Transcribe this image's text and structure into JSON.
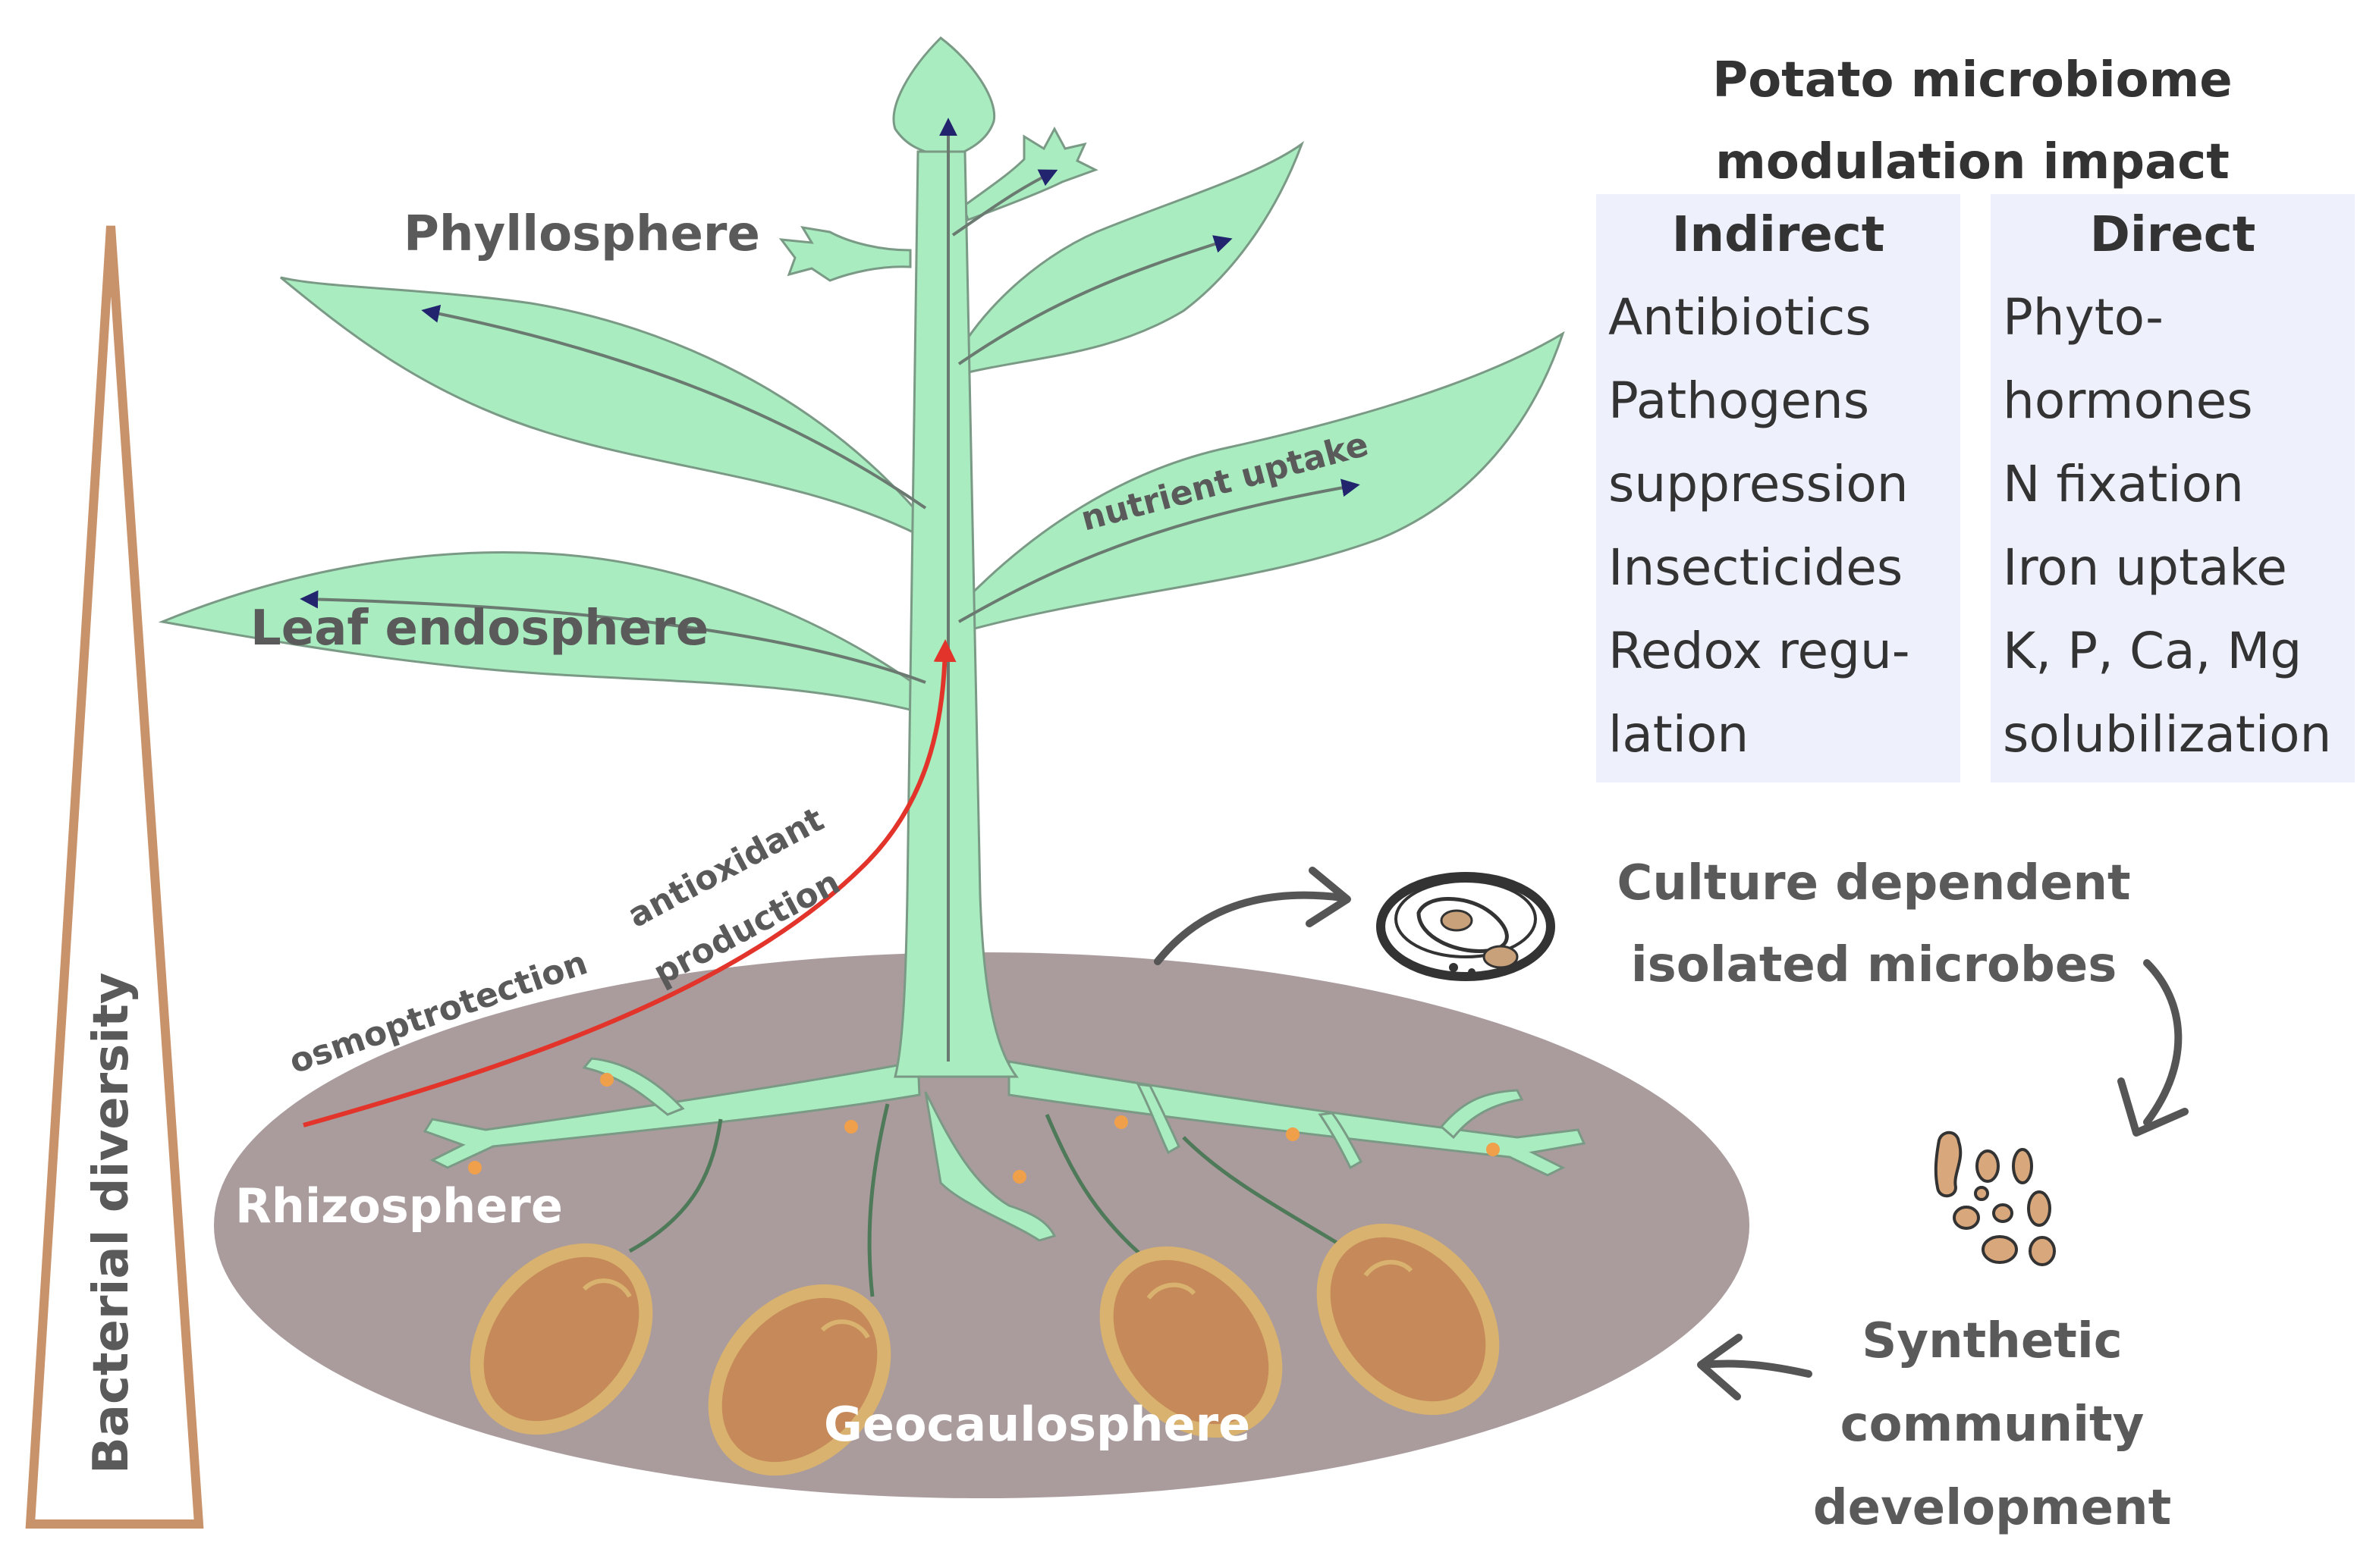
{
  "regions": {
    "phyllosphere": "Phyllosphere",
    "leaf_endosphere": "Leaf endosphere",
    "rhizosphere": "Rhizosphere",
    "geocaulosphere": "Geocaulosphere"
  },
  "processes": {
    "nutrient_uptake": "nutrient uptake",
    "osmoprotection": "osmoptrotection",
    "antioxidant_line1": "antioxidant",
    "antioxidant_line2": "production"
  },
  "gradient_label": "Bacterial diversity",
  "impact": {
    "title_line1": "Potato microbiome",
    "title_line2": "modulation impact",
    "indirect": {
      "heading": "Indirect",
      "items": [
        "Antibiotics",
        "Pathogens",
        "suppression",
        "Insecticides",
        "Redox regu-",
        "lation"
      ]
    },
    "direct": {
      "heading": "Direct",
      "items": [
        "Phyto-",
        "hormones",
        "N fixation",
        "Iron uptake",
        "K, P, Ca, Mg",
        "solubilization"
      ]
    }
  },
  "workflow": {
    "culture_line1": "Culture dependent",
    "culture_line2": "isolated microbes",
    "synthetic_line1": "Synthetic",
    "synthetic_line2": "community",
    "synthetic_line3": "development"
  },
  "colors": {
    "plant": "#a8ecc0",
    "plant_outline": "#7a9a86",
    "soil": "#aa9c9c",
    "tuber": "#c68a5a",
    "tuber_ring": "#d8b26e",
    "dot": "#f0a04a",
    "red_arrow": "#e2342a",
    "blue_arrow": "#22246e",
    "triangle": "#c8926a",
    "grey_text": "#5a5a5a",
    "box_bg": "#eef0fc"
  }
}
